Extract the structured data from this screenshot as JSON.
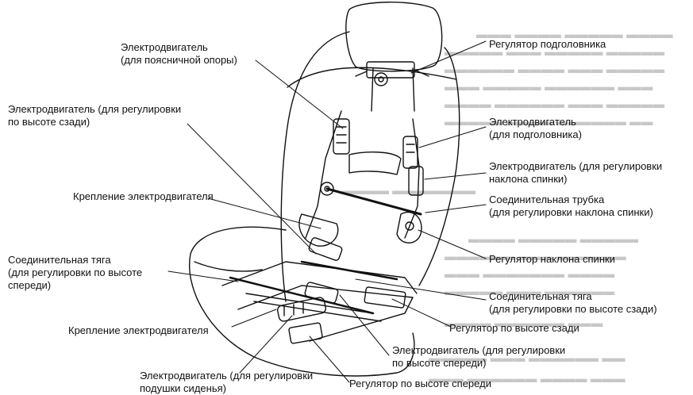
{
  "colors": {
    "ink": "#111111",
    "ghost": "#9a9a9a",
    "paper": "#ffffff"
  },
  "labels": {
    "lumbar_motor": "Электродвигатель\n(для поясничной опоры)",
    "rear_height_motor": "Электродвигатель (для регулировки\nпо высоте сзади)",
    "motor_mount_upper": "Крепление электродвигателя",
    "front_link": "Соединительная тяга\n(для регулировки по высоте\nспереди)",
    "motor_mount_lower": "Крепление электродвигателя",
    "cushion_motor": "Электродвигатель (для регулировки\nподушки сиденья)",
    "headrest_adjuster": "Регулятор подголовника",
    "headrest_motor": "Электродвигатель\n(для подголовника)",
    "recline_motor": "Электродвигатель (для регулировки\nнаклона спинки)",
    "recline_tube": "Соединительная трубка\n(для регулировки наклона спинки)",
    "recline_adjuster": "Регулятор наклона спинки",
    "rear_link": "Соединительная тяга\n(для регулировки по высоте сзади)",
    "rear_height_adjuster": "Регулятор по высоте сзади",
    "front_height_motor": "Электродвигатель (для регулировки\nпо высоте спереди)",
    "front_height_adjuster": "Регулятор по высоте спереди"
  }
}
